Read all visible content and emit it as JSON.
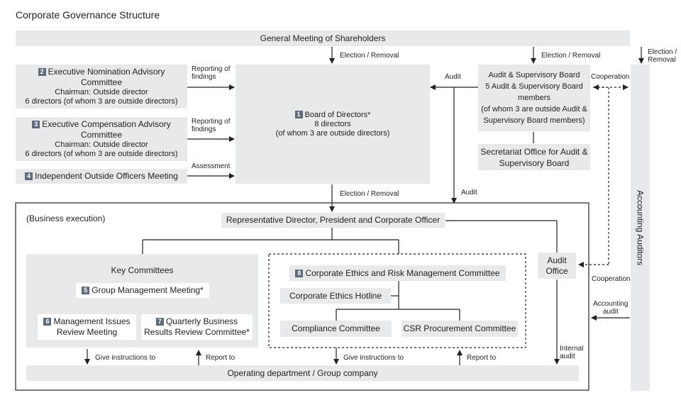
{
  "title": "Corporate Governance Structure",
  "shareholders": "General Meeting of Shareholders",
  "board": {
    "num": "1",
    "name": "Board of Directors*",
    "line2": "8 directors",
    "line3": "(of whom 3 are outside directors)"
  },
  "nomination": {
    "num": "2",
    "name1": "Executive Nomination Advisory",
    "name2": "Committee",
    "chair": "Chairman: Outside director",
    "members": "6 directors (of whom 3 are outside directors)"
  },
  "compensation": {
    "num": "3",
    "name1": "Executive Compensation Advisory",
    "name2": "Committee",
    "chair": "Chairman: Outside director",
    "members": "6 directors (of whom 3 are outside directors)"
  },
  "independent": {
    "num": "4",
    "name": "Independent Outside Officers Meeting"
  },
  "audit_board": {
    "line1": "Audit & Supervisory Board",
    "line2": "5 Audit & Supervisory Board",
    "line3": "members",
    "line4": "(of whom 3 are outside Audit &",
    "line5": "Supervisory Board members)"
  },
  "secretariat": {
    "line1": "Secretariat Office for Audit &",
    "line2": "Supervisory Board"
  },
  "accounting_auditors": "Accounting Auditors",
  "business_execution": "(Business execution)",
  "representative": "Representative Director, President and Corporate Officer",
  "key_committees": "Key Committees",
  "group_mgmt": {
    "num": "5",
    "name": "Group Management Meeting*"
  },
  "mgmt_issues": {
    "num": "6",
    "name1": "Management Issues",
    "name2": "Review Meeting"
  },
  "quarterly": {
    "num": "7",
    "name1": "Quarterly Business",
    "name2": "Results Review Committee*"
  },
  "ethics": {
    "num": "8",
    "name": "Corporate Ethics and Risk Management Committee"
  },
  "hotline": "Corporate Ethics Hotline",
  "compliance": "Compliance Committee",
  "csr": "CSR Procurement Committee",
  "audit_office": {
    "line1": "Audit",
    "line2": "Office"
  },
  "operating": "Operating department / Group company",
  "labels": {
    "election_removal": "Election / Removal",
    "election": "Election /",
    "removal": "Removal",
    "audit": "Audit",
    "cooperation": "Cooperation",
    "reporting_of": "Reporting of",
    "findings": "findings",
    "assessment": "Assessment",
    "accounting": "Accounting",
    "audit_lower": "audit",
    "internal": "Internal",
    "give_instructions": "Give instructions to",
    "report_to": "Report to"
  }
}
